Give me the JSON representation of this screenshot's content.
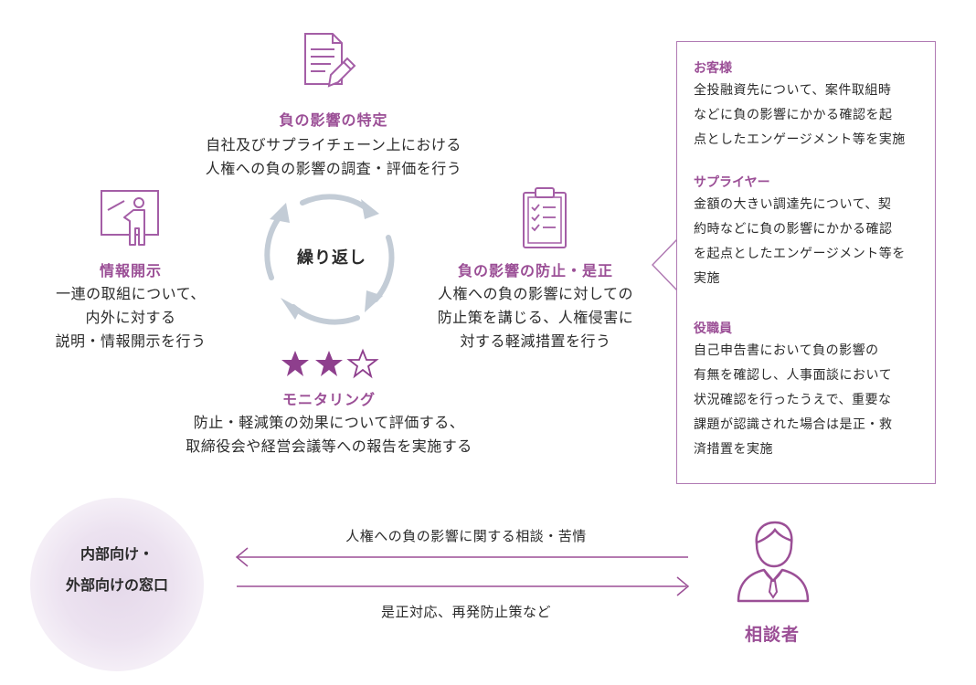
{
  "cycle": {
    "center_label": "繰り返し",
    "identify": {
      "title": "負の影響の特定",
      "lines": [
        "自社及びサプライチェーン上における",
        "人権への負の影響の調査・評価を行う"
      ],
      "icon": "document-pencil-icon"
    },
    "prevent": {
      "title": "負の影響の防止・是正",
      "lines": [
        "人権への負の影響に対しての",
        "防止策を講じる、人権侵害に",
        "対する軽減措置を行う"
      ],
      "icon": "clipboard-checklist-icon"
    },
    "monitor": {
      "title": "モニタリング",
      "lines": [
        "防止・軽減策の効果について評価する、",
        "取締役会や経営会議等への報告を実施する"
      ],
      "icon": "stars-rating-icon",
      "rating": 2,
      "rating_max": 3
    },
    "disclose": {
      "title": "情報開示",
      "lines": [
        "一連の取組について、",
        "内外に対する",
        "説明・情報開示を行う"
      ],
      "icon": "presentation-board-icon"
    }
  },
  "detail_box": {
    "sections": [
      {
        "title": "お客様",
        "lines": [
          "全投融資先について、案件取組時",
          "などに負の影響にかかる確認を起",
          "点としたエンゲージメント等を実施"
        ]
      },
      {
        "title": "サプライヤー",
        "lines": [
          "金額の大きい調達先について、契",
          "約時などに負の影響にかかる確認",
          "を起点としたエンゲージメント等を",
          "実施"
        ]
      },
      {
        "title": "役職員",
        "lines": [
          "自己申告書において負の影響の",
          "有無を確認し、人事面談において",
          "状況確認を行ったうえで、重要な",
          "課題が認識された場合は是正・救",
          "済措置を実施"
        ]
      }
    ]
  },
  "flow": {
    "contact_lines": [
      "内部向け・",
      "外部向けの窓口"
    ],
    "top_arrow_label": "人権への負の影響に関する相談・苦情",
    "bottom_arrow_label": "是正対応、再発防止策など",
    "consultant_label": "相談者",
    "consultant_icon": "person-suit-icon"
  },
  "colors": {
    "accent": "#9b4f96",
    "cycle_arrow": "#c3ccd6",
    "contact_circle": "#ece2f0"
  }
}
